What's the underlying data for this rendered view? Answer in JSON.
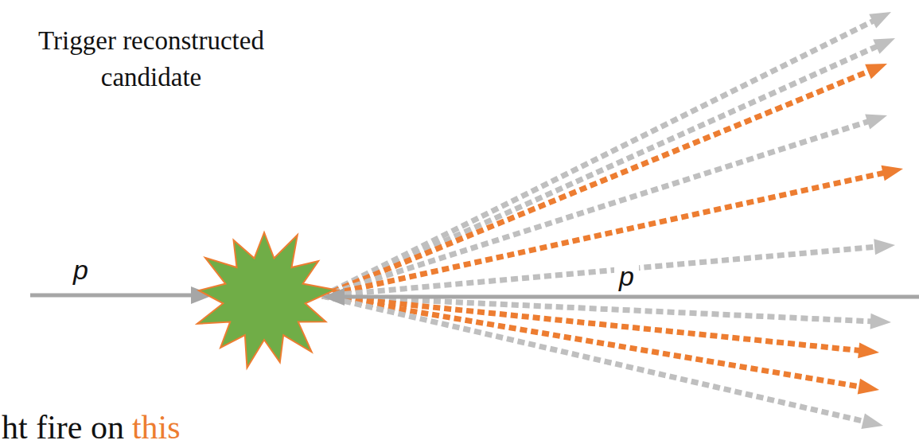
{
  "diagram": {
    "labels": [
      "Trigger reconstructed candidate",
      "p",
      "p",
      "ht fire on",
      "this"
    ]
  }
}
